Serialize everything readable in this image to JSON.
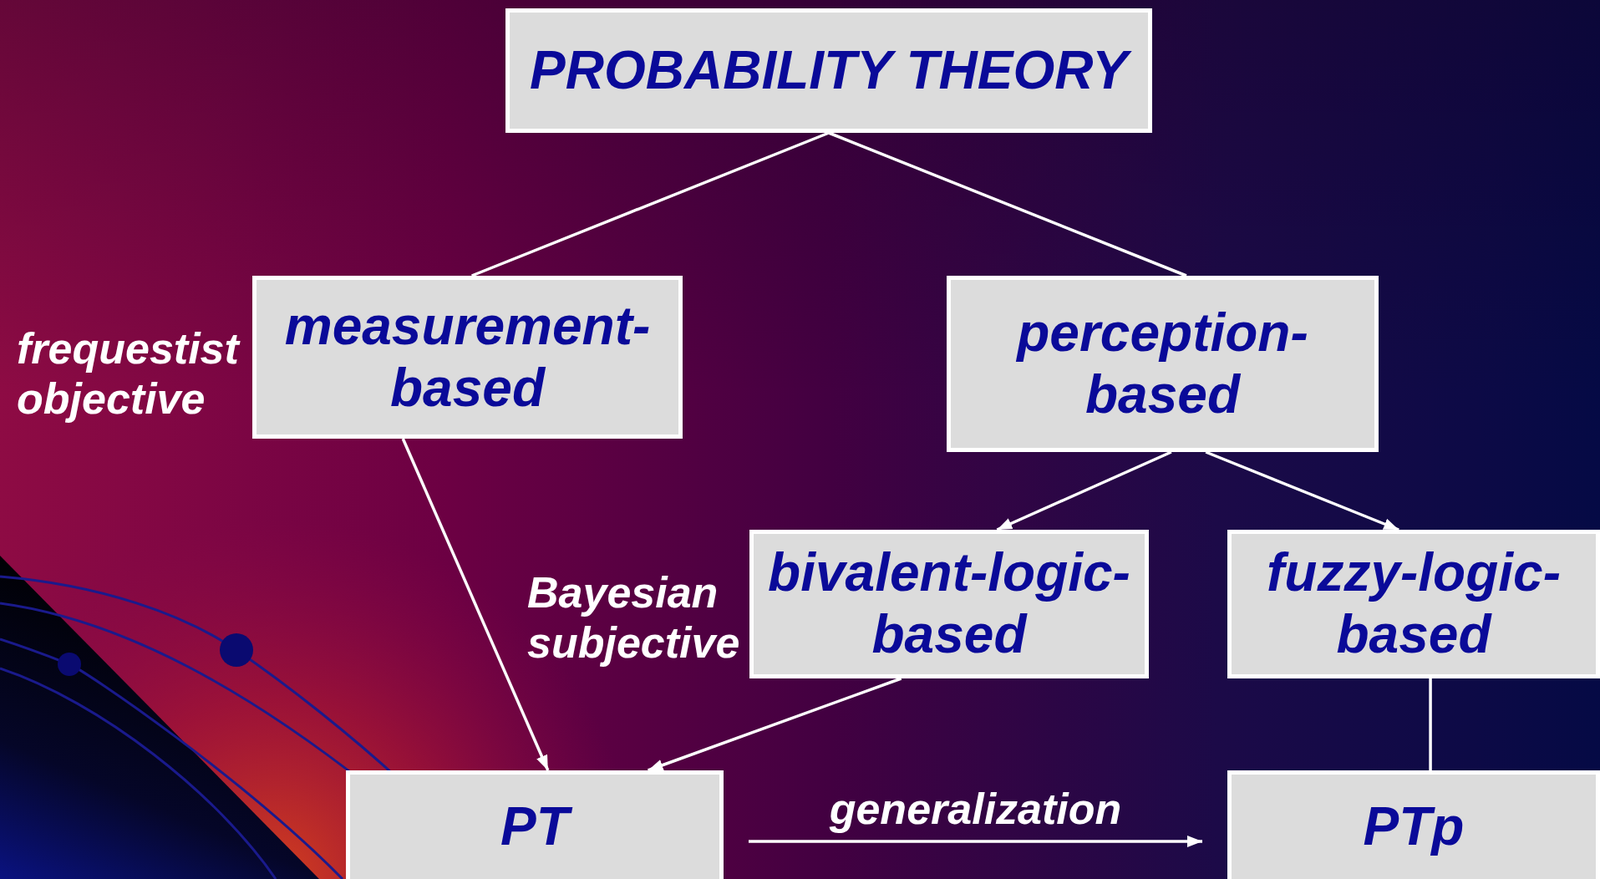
{
  "diagram": {
    "nodes": [
      {
        "text": [
          "PROBABILITY THEORY"
        ]
      },
      {
        "text": [
          "measurement- based"
        ]
      },
      {
        "text": [
          "perception- based"
        ]
      },
      {
        "text": [
          "bivalent-logic- based"
        ]
      },
      {
        "text": [
          "fuzzy-logic- based"
        ]
      },
      {
        "text": [
          "PT"
        ]
      },
      {
        "text": [
          "PTp"
        ]
      }
    ],
    "edges": [
      {
        "from": 0,
        "to": 1,
        "arrow": "none"
      },
      {
        "from": 0,
        "to": 2,
        "arrow": "none"
      },
      {
        "from": 1,
        "to": 5,
        "arrow": "to"
      },
      {
        "from": 2,
        "to": 3,
        "arrow": "to"
      },
      {
        "from": 2,
        "to": 4,
        "arrow": "to"
      },
      {
        "from": 3,
        "to": 5,
        "arrow": "to"
      },
      {
        "from": 4,
        "to": 6,
        "arrow": "none"
      },
      {
        "from": 5,
        "to": 6,
        "label": "generalization",
        "arrow": "to"
      }
    ],
    "labels": [
      "frequestist objective",
      "Bayesian subjective"
    ]
  }
}
